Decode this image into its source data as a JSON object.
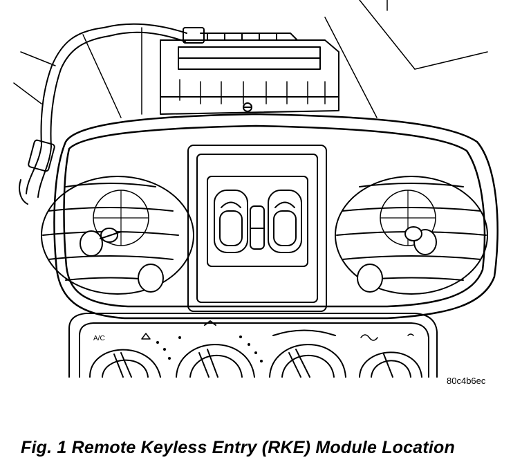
{
  "figure": {
    "id_code": "80c4b6ec",
    "caption": "Fig. 1 Remote Keyless Entry (RKE) Module Location"
  },
  "panel_markings": {
    "ac_label": "A/C"
  }
}
